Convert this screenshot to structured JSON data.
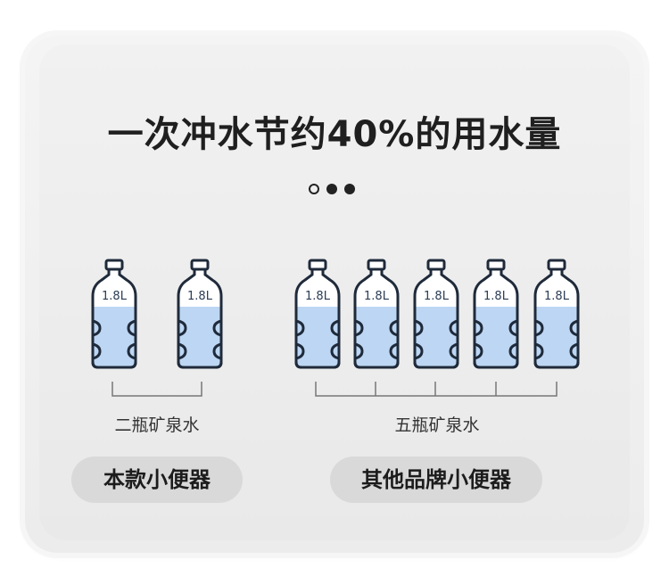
{
  "title": "一次冲水节约40%的用水量",
  "carousel": {
    "count": 3,
    "active_index": 0
  },
  "bottle_label": "1.8L",
  "groups": [
    {
      "bottle_count": 2,
      "caption": "二瓶矿泉水",
      "product_label": "本款小便器"
    },
    {
      "bottle_count": 5,
      "caption": "五瓶矿泉水",
      "product_label": "其他品牌小便器"
    }
  ],
  "colors": {
    "bottle_fill": "#bcd6f3",
    "bottle_outline": "#1f2a3a",
    "pill_bg": "#d9d9d9"
  }
}
